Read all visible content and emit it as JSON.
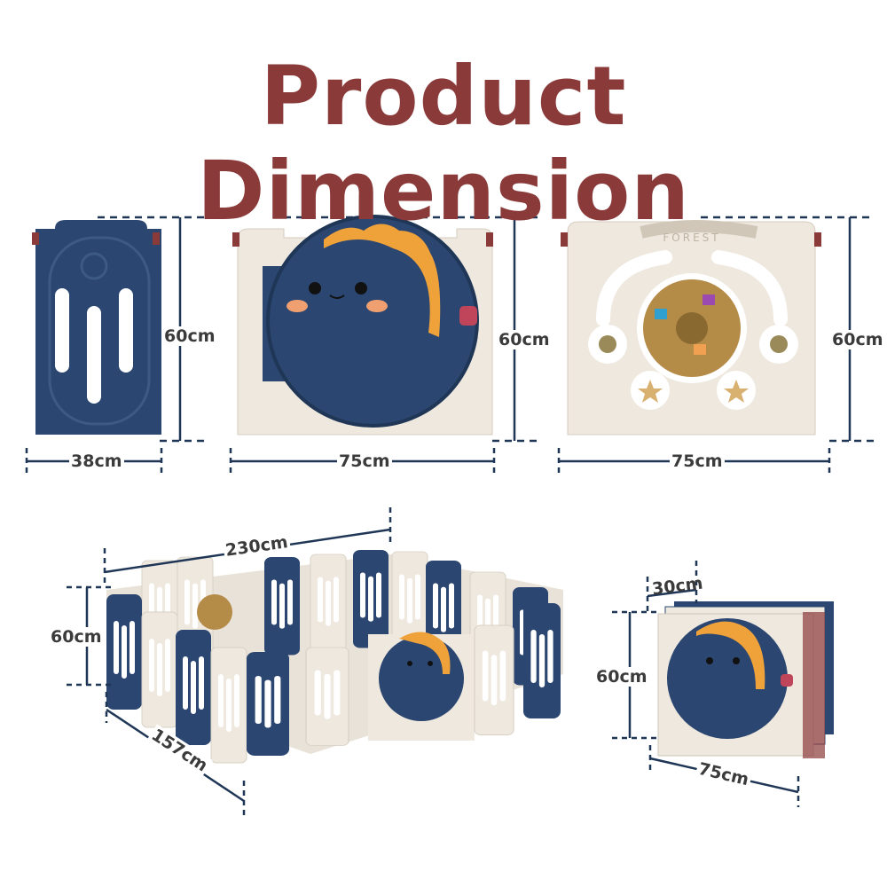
{
  "title": "Product Dimension",
  "colors": {
    "title": "#8b3a3a",
    "navy": "#2b4670",
    "cream": "#eee8de",
    "orange": "#f0a23a",
    "dim_line": "#1f3656"
  },
  "panels": [
    {
      "name": "navy-panel",
      "height_label": "60cm",
      "width_label": "38cm"
    },
    {
      "name": "dino-door-panel",
      "height_label": "60cm",
      "width_label": "75cm"
    },
    {
      "name": "activity-panel",
      "height_label": "60cm",
      "width_label": "75cm",
      "panel_text": "FOREST"
    }
  ],
  "assembled": {
    "length_label": "230cm",
    "height_label": "60cm",
    "depth_label": "157cm"
  },
  "folded": {
    "depth_label": "30cm",
    "height_label": "60cm",
    "width_label": "75cm"
  }
}
